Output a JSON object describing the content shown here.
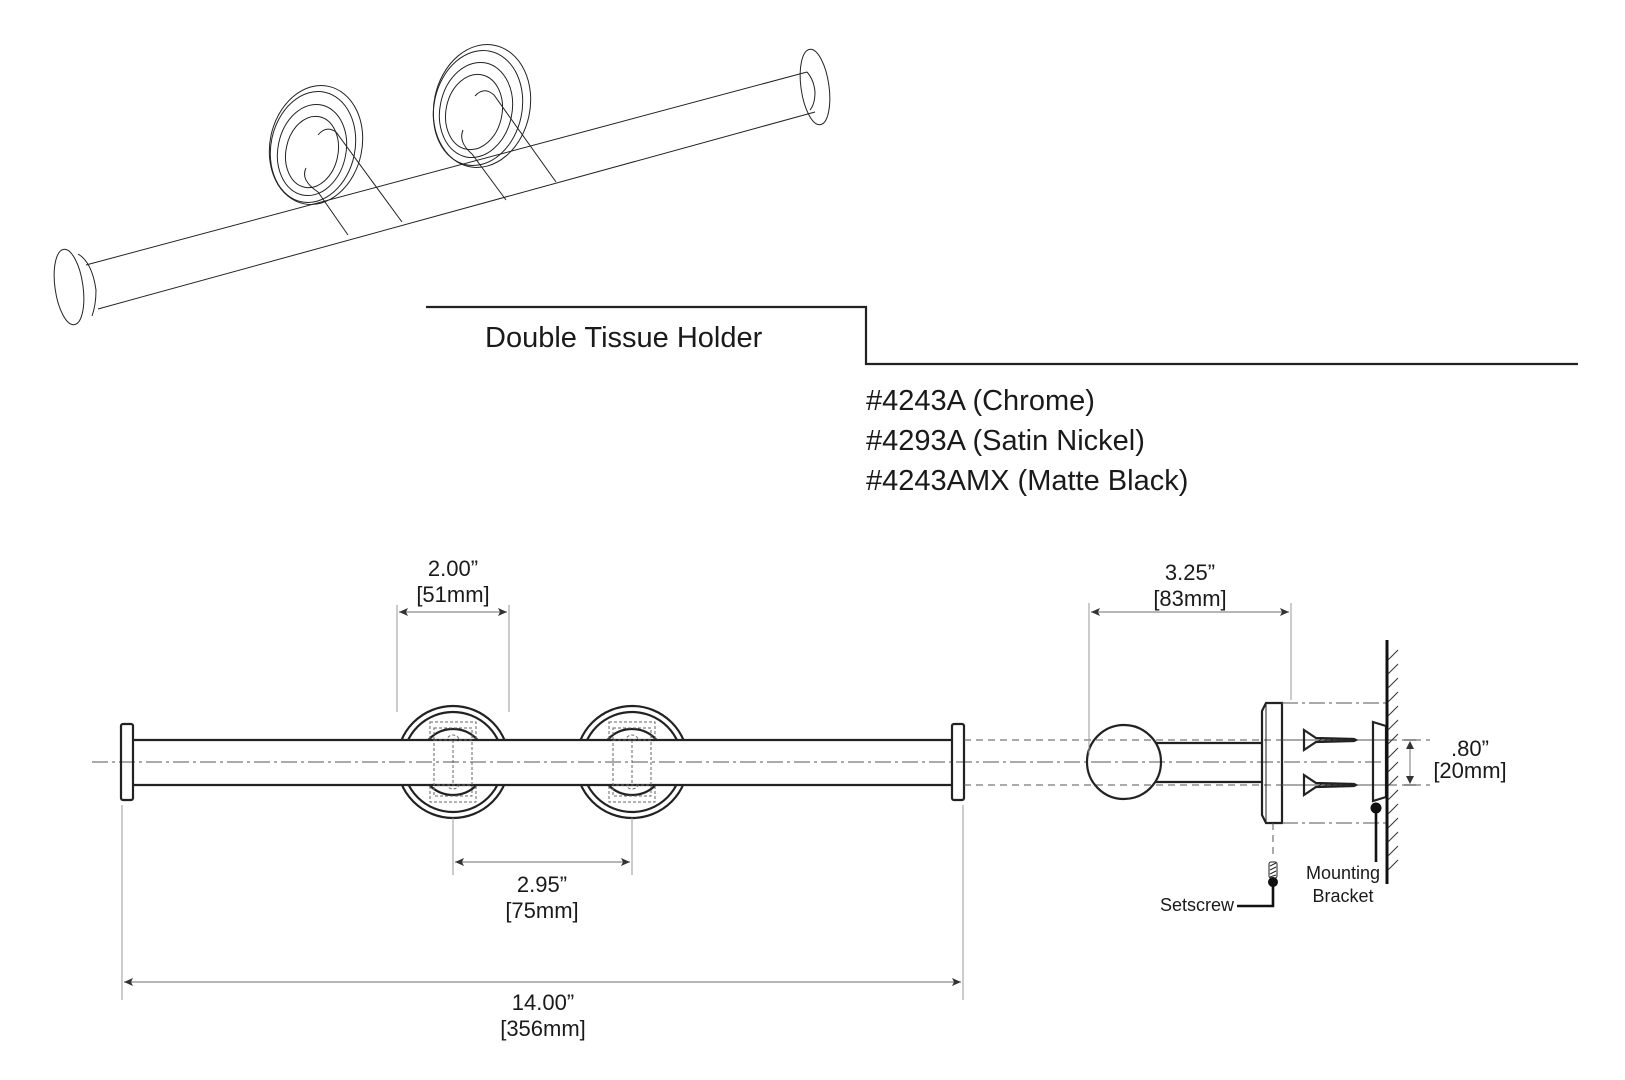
{
  "title": "Double Tissue Holder",
  "models": [
    "#4243A (Chrome)",
    "#4293A (Satin Nickel)",
    "#4243AMX (Matte Black)"
  ],
  "dimensions": {
    "flange_diameter": {
      "inch": "2.00”",
      "mm": "[51mm]"
    },
    "post_spacing": {
      "inch": "2.95”",
      "mm": "[75mm]"
    },
    "overall_length": {
      "inch": "14.00”",
      "mm": "[356mm]"
    },
    "projection": {
      "inch": "3.25”",
      "mm": "[83mm]"
    },
    "screw_spacing": {
      "inch": ".80”",
      "mm": "[20mm]"
    }
  },
  "callouts": {
    "setscrew": "Setscrew",
    "mounting_bracket_line1": "Mounting",
    "mounting_bracket_line2": "Bracket"
  }
}
